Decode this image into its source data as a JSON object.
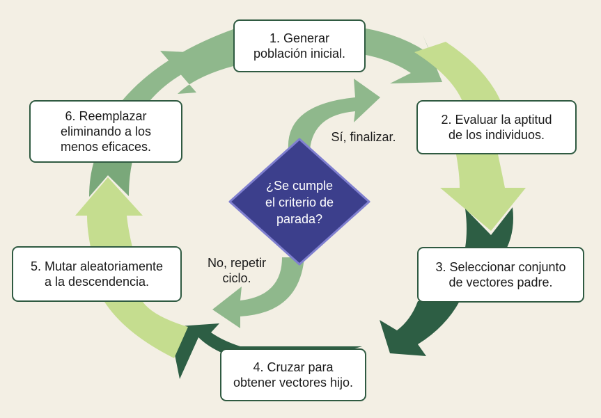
{
  "diagram": {
    "colors": {
      "background": "#f3efe4",
      "arrow_medium": "#8fb88c",
      "arrow_light": "#c5dd8f",
      "arrow_dark": "#2d5e44",
      "decision": "#3c3f8c",
      "box_border": "#2f5a41"
    },
    "steps": [
      {
        "id": 1,
        "text": "1. Generar\npoblación inicial."
      },
      {
        "id": 2,
        "text": "2. Evaluar la aptitud\nde los individuos."
      },
      {
        "id": 3,
        "text": "3. Seleccionar conjunto\nde vectores padre."
      },
      {
        "id": 4,
        "text": "4. Cruzar para\nobtener vectores hijo."
      },
      {
        "id": 5,
        "text": "5. Mutar aleatoriamente\na la descendencia."
      },
      {
        "id": 6,
        "text": "6. Reemplazar\neliminando a los\nmenos eficaces."
      }
    ],
    "decision": {
      "text": "¿Se cumple\nel criterio de\nparada?",
      "yes_label": "Sí, finalizar.",
      "no_label": "No, repetir\nciclo."
    }
  }
}
